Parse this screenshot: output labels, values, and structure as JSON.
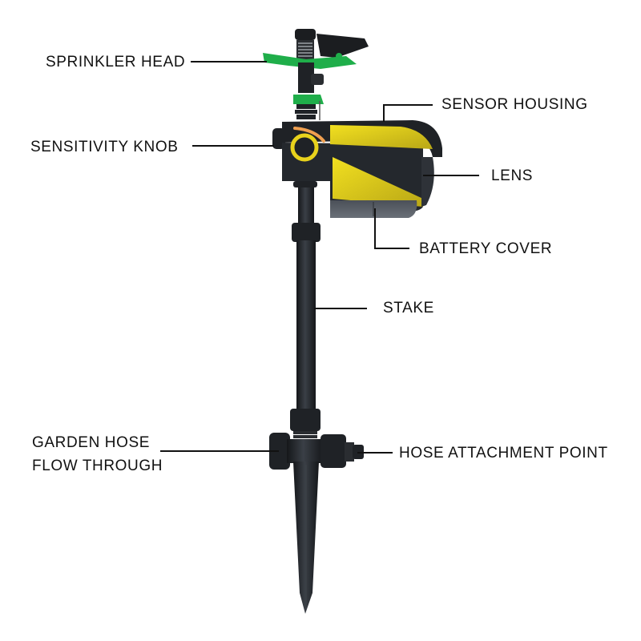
{
  "diagram": {
    "subject": "Motion-activated sprinkler",
    "colors": {
      "background": "#ffffff",
      "body": "#1f2226",
      "body_highlight": "#3a3f46",
      "yellow": "#e8d21c",
      "orange": "#f0a050",
      "green": "#1fae4a",
      "label_text": "#111111",
      "leader_line": "#111111"
    },
    "labels": {
      "sprinkler_head": "SPRINKLER HEAD",
      "sensor_housing": "SENSOR HOUSING",
      "sensitivity_knob": "SENSITIVITY KNOB",
      "lens": "LENS",
      "battery_cover": "BATTERY COVER",
      "stake": "STAKE",
      "garden_hose_line1": "GARDEN HOSE",
      "garden_hose_line2": "FLOW THROUGH",
      "hose_attachment_point": "HOSE ATTACHMENT POINT"
    }
  }
}
